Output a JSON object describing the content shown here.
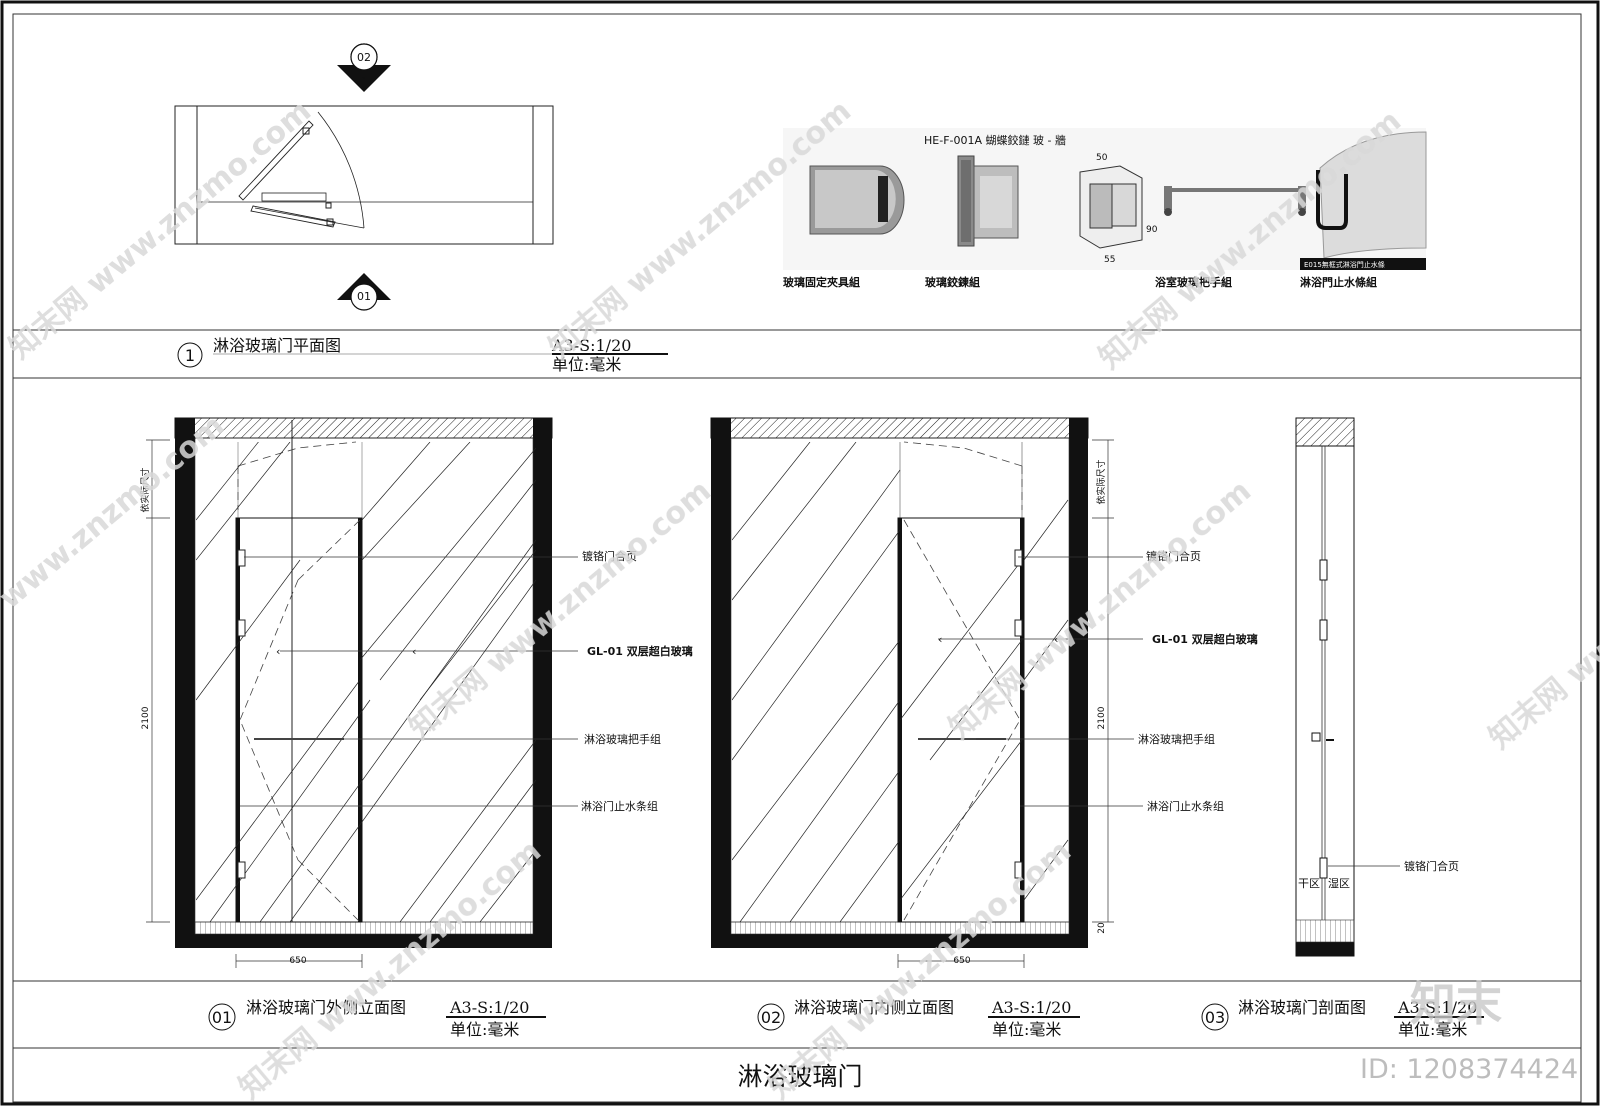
{
  "sheet_title": "淋浴玻璃门",
  "watermarks": [
    "知末网 www.znzmo.com",
    "www.znzmo.com"
  ],
  "brand_logo": "知末",
  "id_label": "ID: 1208374424",
  "plan": {
    "number": "1",
    "title": "淋浴玻璃门平面图",
    "scale": "A3-S:1/20",
    "unit": "单位:毫米",
    "marker_top": "02",
    "marker_bottom": "01",
    "marker_dot": "-"
  },
  "hardware": {
    "header": "HE-F-001A 蝴蝶鉸鏈 玻 - 牆",
    "items": [
      {
        "label": "玻璃固定夾具組"
      },
      {
        "label": "玻璃鉸鍊組"
      },
      {
        "label": "浴室玻璃把手組"
      },
      {
        "label": "淋浴門止水條組"
      }
    ],
    "strip_caption": "E015無框式淋浴門止水條",
    "dims": [
      "50",
      "90",
      "55"
    ]
  },
  "elevation_exterior": {
    "number": "01",
    "title": "淋浴玻璃门外侧立面图",
    "scale": "A3-S:1/20",
    "unit": "单位:毫米",
    "dim_vertical": "2100",
    "dim_top": "依实际尺寸",
    "dim_width": "650",
    "callouts": [
      "镀铬门合页",
      "GL-01 双层超白玻璃",
      "淋浴玻璃把手组",
      "淋浴门止水条组"
    ]
  },
  "elevation_interior": {
    "number": "02",
    "title": "淋浴玻璃门内侧立面图",
    "scale": "A3-S:1/20",
    "unit": "单位:毫米",
    "dim_vertical": "2100",
    "dim_top": "依实际尺寸",
    "dim_bottom": "20",
    "dim_width": "650",
    "callouts": [
      "镀铬门合页",
      "GL-01 双层超白玻璃",
      "淋浴玻璃把手组",
      "淋浴门止水条组"
    ]
  },
  "section": {
    "number": "03",
    "title": "淋浴玻璃门剖面图",
    "scale": "A3-S:1/20",
    "unit": "单位:毫米",
    "callout": "镀铬门合页",
    "dry_zone": "干区",
    "wet_zone": "湿区"
  }
}
